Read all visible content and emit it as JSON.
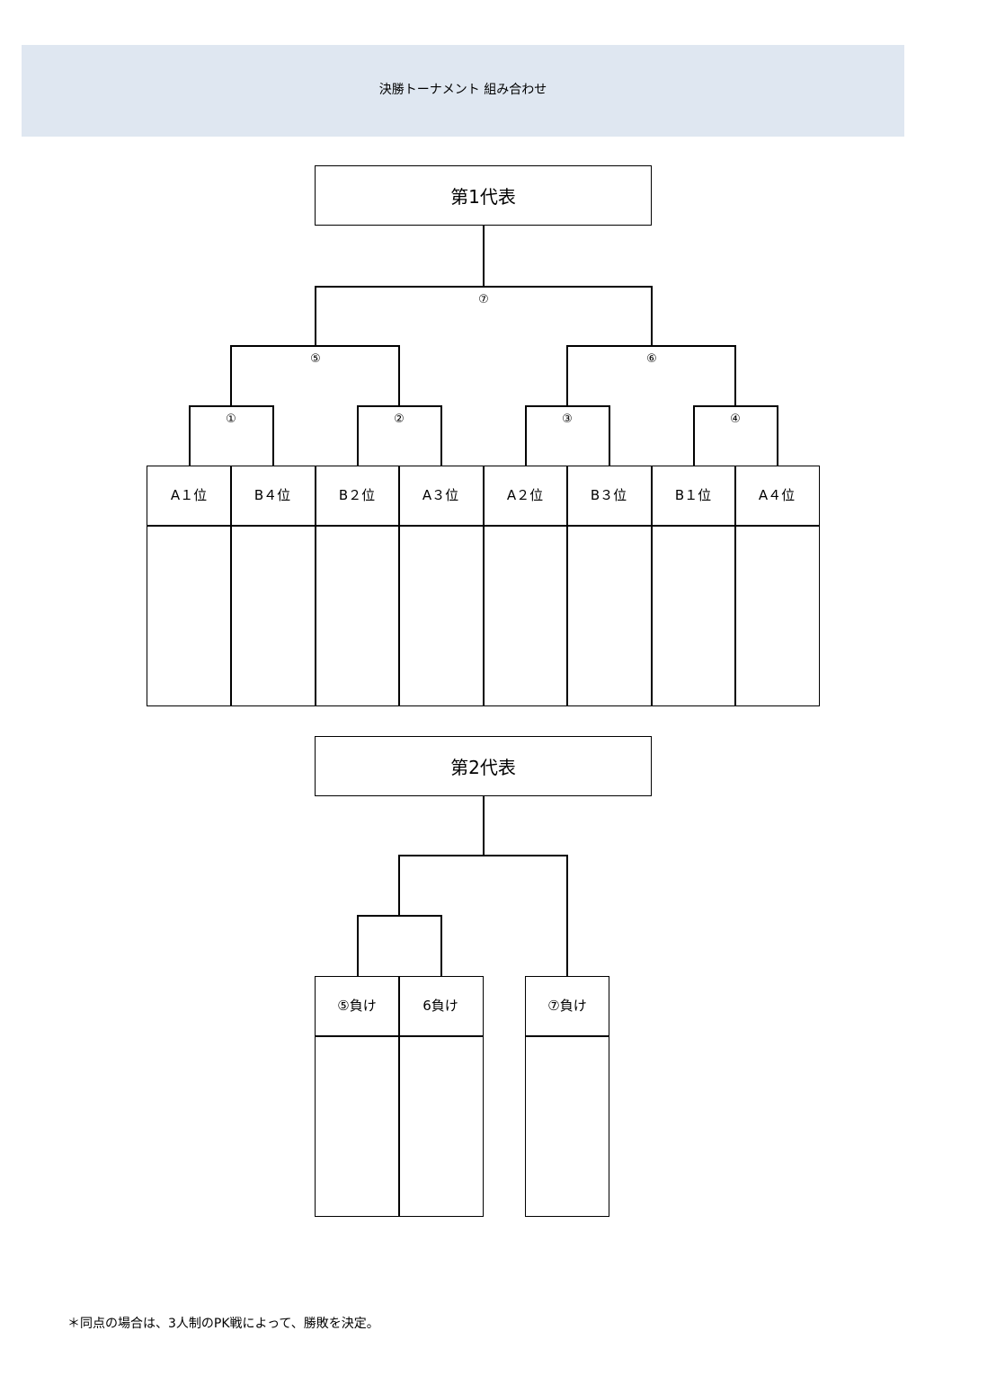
{
  "header": {
    "title": "決勝トーナメント 組み合わせ"
  },
  "bracket1": {
    "winner_label": "第1代表",
    "match_numbers": [
      "①",
      "②",
      "③",
      "④",
      "⑤",
      "⑥",
      "⑦"
    ],
    "teams": [
      "A１位",
      "B４位",
      "B２位",
      "A３位",
      "A２位",
      "B３位",
      "B１位",
      "A４位"
    ]
  },
  "bracket2": {
    "winner_label": "第2代表",
    "teams": [
      "⑤負け",
      "6負け",
      "⑦負け"
    ]
  },
  "footnote": "＊同点の場合は、3人制のPK戦によって、勝敗を決定。"
}
